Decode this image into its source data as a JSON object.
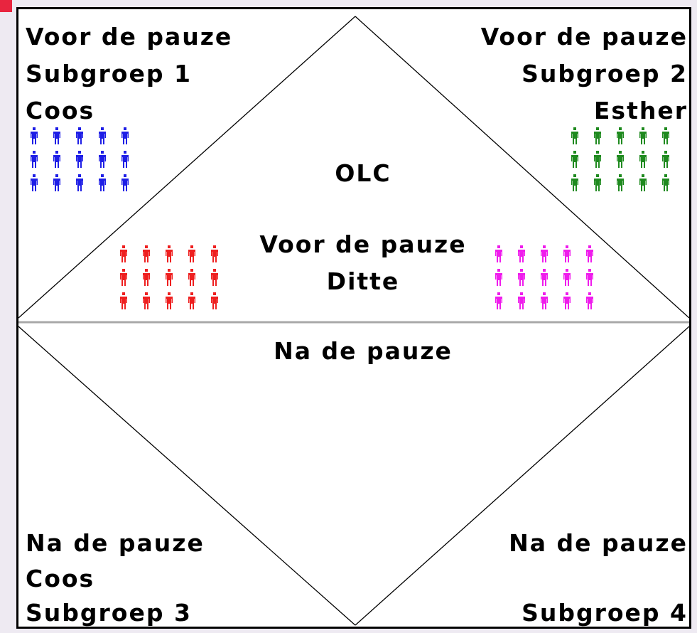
{
  "corner_color": "#e8253f",
  "background_color": "#eeeaf2",
  "board_color": "#ffffff",
  "divider_color": "#a8a8a8",
  "center_label": "OLC",
  "top_left": {
    "line1": "Voor de pauze",
    "line2": "Subgroep 1",
    "line3": "Coos",
    "group_color": "#1e1ee6",
    "icon": "person-icon",
    "rows": 3,
    "cols": 5
  },
  "top_right": {
    "line1": "Voor de pauze",
    "line2": "Subgroep 2",
    "line3": "Esther",
    "group_color": "#1f8a1f",
    "icon": "person-icon",
    "rows": 3,
    "cols": 5
  },
  "middle": {
    "line1": "Voor de pauze",
    "line2": "Ditte"
  },
  "middle_left_group": {
    "group_color": "#ee1f1f",
    "icon": "person-icon",
    "rows": 3,
    "cols": 5
  },
  "middle_right_group": {
    "group_color": "#ef1cec",
    "icon": "person-icon",
    "rows": 3,
    "cols": 5
  },
  "bottom_center": {
    "line1": "Na de pauze"
  },
  "bottom_left": {
    "line1": "Na de pauze",
    "line2": "Coos",
    "line3": "Subgroep 3"
  },
  "bottom_right": {
    "line1": "Na de pauze",
    "line2": "Subgroep 4"
  }
}
